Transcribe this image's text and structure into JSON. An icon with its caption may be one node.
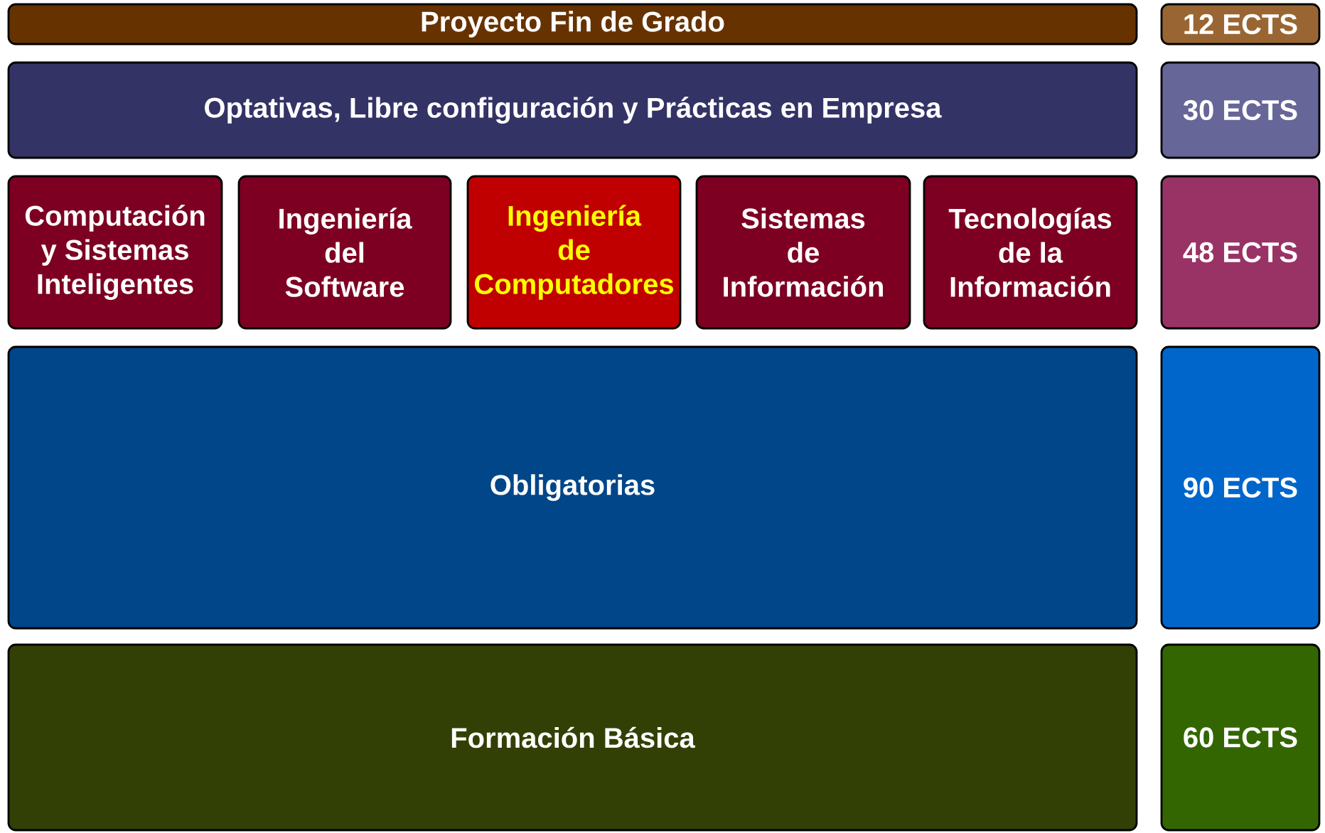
{
  "diagram": {
    "nodes": [
      {
        "text": [
          "Proyecto Fin de Grado"
        ]
      },
      {
        "text": [
          "12 ECTS"
        ]
      },
      {
        "text": [
          "Optativas, Libre configuración y Prácticas en Empresa"
        ]
      },
      {
        "text": [
          "30 ECTS"
        ]
      },
      {
        "text": [
          "Computación y Sistemas Inteligentes"
        ]
      },
      {
        "text": [
          "Ingeniería del Software"
        ]
      },
      {
        "text": [
          "Ingeniería de Computadores"
        ]
      },
      {
        "text": [
          "Sistemas de Información"
        ]
      },
      {
        "text": [
          "Tecnologías de la Información"
        ]
      },
      {
        "text": [
          "48 ECTS"
        ]
      },
      {
        "text": [
          "Obligatorias"
        ]
      },
      {
        "text": [
          "90 ECTS"
        ]
      },
      {
        "text": [
          "Formación Básica"
        ]
      },
      {
        "text": [
          "60 ECTS"
        ]
      }
    ]
  }
}
